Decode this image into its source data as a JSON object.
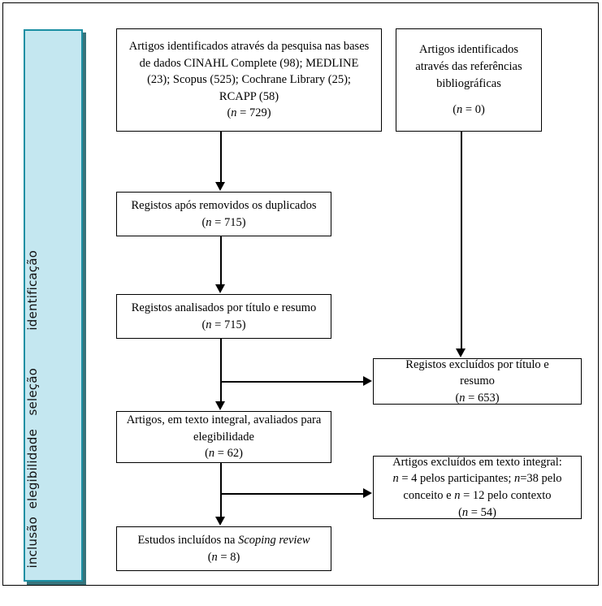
{
  "figure": {
    "type": "prisma-flow-diagram",
    "language": "pt-PT"
  },
  "phases": [
    {
      "id": "identificacao",
      "label": "identificação"
    },
    {
      "id": "selecao",
      "label": "seleção"
    },
    {
      "id": "elegibilidade",
      "label": "elegibilidade"
    },
    {
      "id": "inclusao",
      "label": "inclusão"
    }
  ],
  "nodes": {
    "databases": {
      "line1": "Artigos identificados através da pesquisa nas bases",
      "line2": "de dados CINAHL Complete (98); MEDLINE",
      "line3": "(23); Scopus (525); Cochrane Library (25);",
      "line4": "RCAPP (58)",
      "count_prefix": "(",
      "count_n": "n",
      "count_eq": " = 729)"
    },
    "references": {
      "line1": "Artigos identificados",
      "line2": "através das referências",
      "line3": "bibliográficas",
      "count_n": "n",
      "count_eq": " = 0)",
      "count_prefix": "("
    },
    "deduplicated": {
      "line1": "Registos após removidos os duplicados",
      "count_prefix": "(",
      "count_n": "n",
      "count_eq": " = 715)"
    },
    "screened": {
      "line1": "Registos analisados por título e resumo",
      "count_prefix": "(",
      "count_n": "n",
      "count_eq": " = 715)"
    },
    "excluded_screening": {
      "line1": "Registos excluídos por título e",
      "line2": "resumo",
      "count_prefix": "(",
      "count_n": "n",
      "count_eq": " = 653)"
    },
    "fulltext": {
      "line1": "Artigos, em texto integral, avaliados para",
      "line2": "elegibilidade",
      "count_prefix": "(",
      "count_n": "n",
      "count_eq": " = 62)"
    },
    "excluded_fulltext": {
      "line1": "Artigos excluídos em texto integral:",
      "line2_a": "n",
      "line2_b": " = 4 pelos participantes; ",
      "line2_c": "n",
      "line2_d": "=38 pelo",
      "line3_a": "conceito e ",
      "line3_b": "n",
      "line3_c": " = 12 pelo contexto",
      "count_prefix": "(",
      "count_n": "n",
      "count_eq": " = 54)"
    },
    "included": {
      "line1_a": "Estudos incluídos na ",
      "line1_b": "Scoping review",
      "count_prefix": "(",
      "count_n": "n",
      "count_eq": " = 8)"
    }
  },
  "colors": {
    "phase_bar_fill": "#c4e7f0",
    "phase_bar_border": "#1b8fa3",
    "node_border": "#000000",
    "connector": "#000000",
    "background": "#ffffff"
  }
}
